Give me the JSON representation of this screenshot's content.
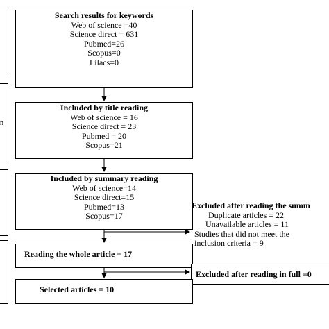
{
  "box1": {
    "title": "Search results for keywords",
    "lines": [
      "Web of science =40",
      "Science direct = 631",
      "Pubmed=26",
      "Scopus=0",
      "Lilacs=0"
    ]
  },
  "box2": {
    "title": "Included by title reading",
    "lines": [
      "Web of science = 16",
      "Science direct = 23",
      "Pubmed = 20",
      "Scopus=21"
    ]
  },
  "box3": {
    "title": "Included by summary reading",
    "lines": [
      "Web of science=14",
      "Science direct=15",
      "Pubmed=13",
      "Scopus=17"
    ]
  },
  "excluded1": {
    "title": "Excluded after reading the summ",
    "lines": [
      "Duplicate articles = 22",
      "Unavailable articles = 11",
      "Studies that did not meet the",
      "inclusion criteria = 9"
    ]
  },
  "box4": {
    "title": "Reading the whole article = 17"
  },
  "excluded2": {
    "title": "Excluded after reading in full =0"
  },
  "box5": {
    "title": "Selected articles = 10"
  },
  "side_fragment": "n"
}
